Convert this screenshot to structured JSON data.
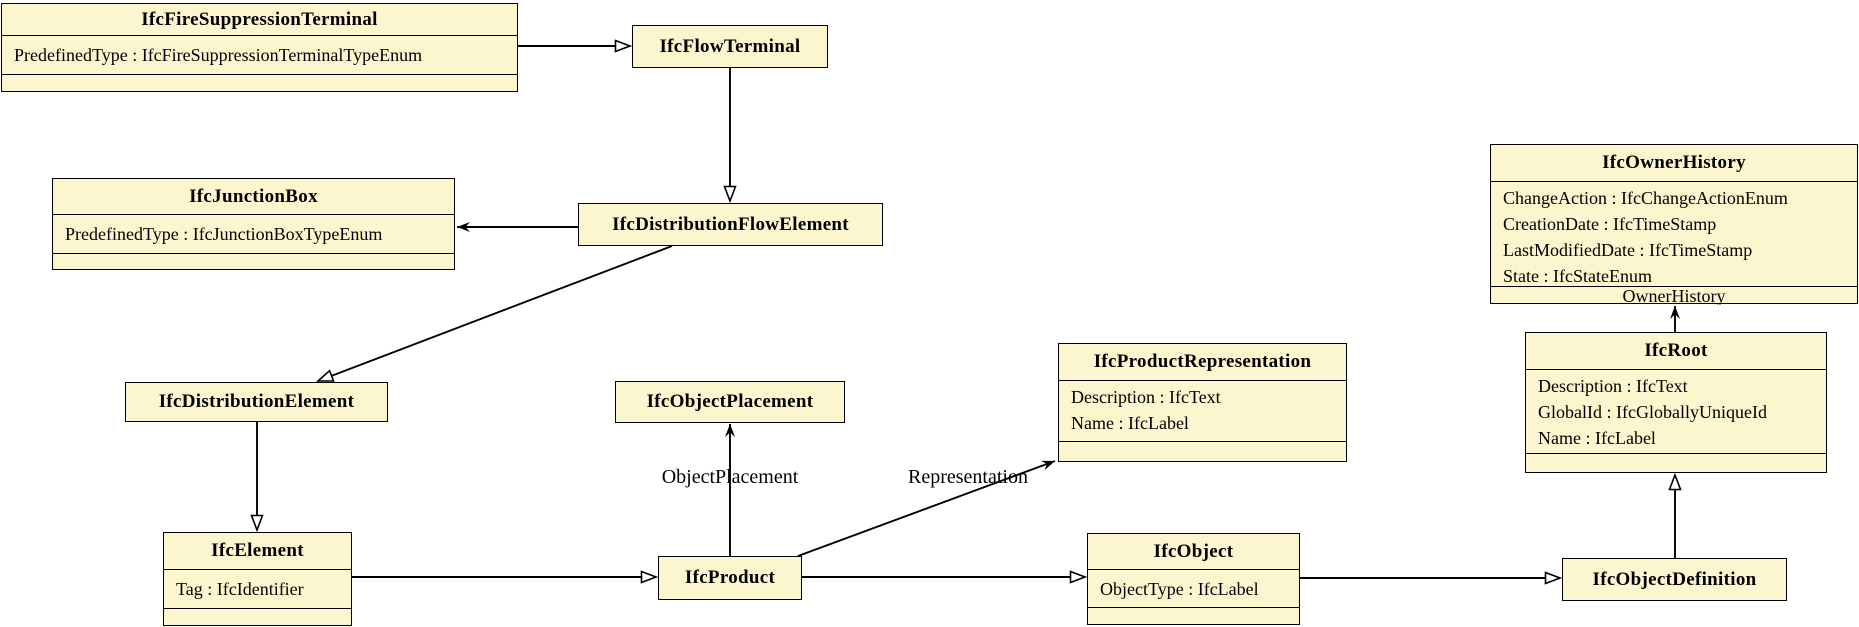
{
  "diagram": {
    "title": "IFC class inheritance and attribute diagram",
    "colors": {
      "class_fill": "#fcf6ce",
      "class_border": "#000000",
      "edge_color": "#000000",
      "background": "#ffffff"
    },
    "classes": [
      {
        "name": "IfcFireSuppressionTerminal",
        "attributes": [
          "PredefinedType : IfcFireSuppressionTerminalTypeEnum"
        ]
      },
      {
        "name": "IfcFlowTerminal",
        "attributes": []
      },
      {
        "name": "IfcJunctionBox",
        "attributes": [
          "PredefinedType : IfcJunctionBoxTypeEnum"
        ]
      },
      {
        "name": "IfcDistributionFlowElement",
        "attributes": []
      },
      {
        "name": "IfcOwnerHistory",
        "attributes": [
          "ChangeAction : IfcChangeActionEnum",
          "CreationDate : IfcTimeStamp",
          "LastModifiedDate : IfcTimeStamp",
          "State : IfcStateEnum"
        ],
        "footer_label": "OwnerHistory"
      },
      {
        "name": "IfcDistributionElement",
        "attributes": []
      },
      {
        "name": "IfcObjectPlacement",
        "attributes": []
      },
      {
        "name": "IfcProductRepresentation",
        "attributes": [
          "Description : IfcText",
          "Name : IfcLabel"
        ]
      },
      {
        "name": "IfcRoot",
        "attributes": [
          "Description : IfcText",
          "GlobalId : IfcGloballyUniqueId",
          "Name : IfcLabel"
        ]
      },
      {
        "name": "IfcElement",
        "attributes": [
          "Tag : IfcIdentifier"
        ]
      },
      {
        "name": "IfcProduct",
        "attributes": []
      },
      {
        "name": "IfcObject",
        "attributes": [
          "ObjectType : IfcLabel"
        ]
      },
      {
        "name": "IfcObjectDefinition",
        "attributes": []
      }
    ],
    "edge_labels": {
      "object_placement": "ObjectPlacement",
      "representation": "Representation"
    },
    "relationships": [
      {
        "from": "IfcFireSuppressionTerminal",
        "to": "IfcFlowTerminal",
        "type": "generalization"
      },
      {
        "from": "IfcFlowTerminal",
        "to": "IfcDistributionFlowElement",
        "type": "generalization"
      },
      {
        "from": "IfcDistributionFlowElement",
        "to": "IfcJunctionBox",
        "type": "reference"
      },
      {
        "from": "IfcDistributionFlowElement",
        "to": "IfcDistributionElement",
        "type": "generalization"
      },
      {
        "from": "IfcDistributionElement",
        "to": "IfcElement",
        "type": "generalization"
      },
      {
        "from": "IfcElement",
        "to": "IfcProduct",
        "type": "generalization"
      },
      {
        "from": "IfcProduct",
        "to": "IfcObjectPlacement",
        "type": "reference",
        "label": "ObjectPlacement"
      },
      {
        "from": "IfcProduct",
        "to": "IfcProductRepresentation",
        "type": "reference",
        "label": "Representation"
      },
      {
        "from": "IfcProduct",
        "to": "IfcObject",
        "type": "generalization"
      },
      {
        "from": "IfcObject",
        "to": "IfcObjectDefinition",
        "type": "generalization"
      },
      {
        "from": "IfcObjectDefinition",
        "to": "IfcRoot",
        "type": "generalization"
      },
      {
        "from": "IfcRoot",
        "to": "IfcOwnerHistory",
        "type": "reference",
        "label": "OwnerHistory"
      }
    ]
  }
}
